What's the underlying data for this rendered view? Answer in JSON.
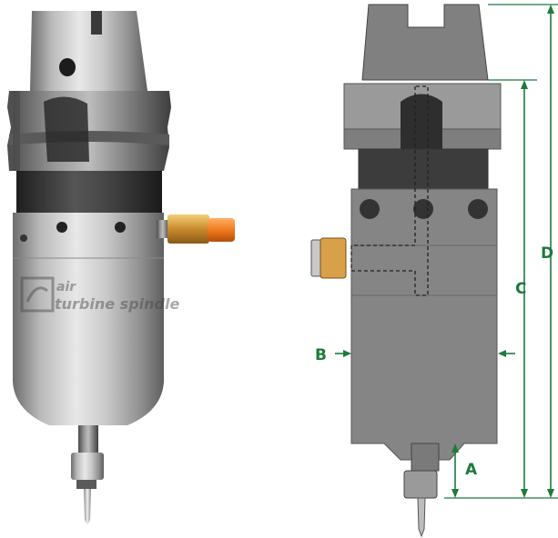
{
  "photo": {
    "brand_lettering": [
      "air",
      "turbine spindle"
    ]
  },
  "dimensions": {
    "a_label": "A",
    "b_label": "B",
    "c_label": "C",
    "d_label": "D"
  },
  "colors": {
    "dimension": "#1e7a3c",
    "body_gray": "#808080",
    "dark_band": "#3c3c3c",
    "hole": "#333333",
    "fitting_brass": "#d9a04a",
    "fitting_orange": "#f07a1e"
  }
}
